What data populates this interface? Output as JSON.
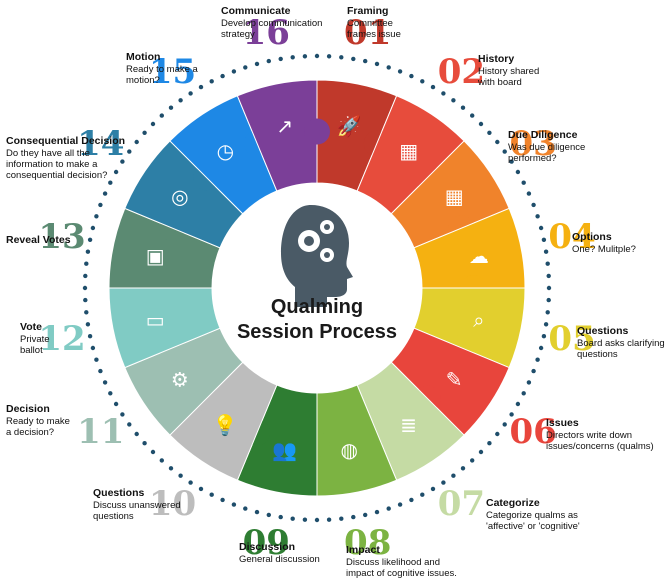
{
  "center": {
    "title_line1": "Qualming",
    "title_line2": "Session Process"
  },
  "steps": [
    {
      "num": "01",
      "title": "Framing",
      "desc": "Committee\nframes issue",
      "color": "#c0392b",
      "icon": "rocket-icon"
    },
    {
      "num": "02",
      "title": "History",
      "desc": "History shared\nwith board",
      "color": "#e74c3c",
      "icon": "calendar-icon"
    },
    {
      "num": "03",
      "title": "Due Diligence",
      "desc": "Was due diligence\nperformed?",
      "color": "#f0832b",
      "icon": "calculator-icon"
    },
    {
      "num": "04",
      "title": "Options",
      "desc": "One? Mulitple?",
      "color": "#f5b111",
      "icon": "brain-icon"
    },
    {
      "num": "05",
      "title": "Questions",
      "desc": "Board asks clarifying\nquestions",
      "color": "#e2cf2e",
      "icon": "magnifier-chart-icon"
    },
    {
      "num": "06",
      "title": "Issues",
      "desc": "Directors write down\nissues/concerns (qualms)",
      "color": "#e8453c",
      "icon": "pen-icon"
    },
    {
      "num": "07",
      "title": "Categorize",
      "desc": "Categorize qualms as\n'affective' or 'cognitive'",
      "color": "#c5dba4",
      "icon": "document-icon"
    },
    {
      "num": "08",
      "title": "Impact",
      "desc": "Discuss likelihood and\nimpact of cognitive issues.",
      "color": "#7cb342",
      "icon": "globe-icon"
    },
    {
      "num": "09",
      "title": "Discussion",
      "desc": "General discussion",
      "color": "#2e7d32",
      "icon": "people-icon"
    },
    {
      "num": "10",
      "title": "Questions",
      "desc": "Discuss unanswered\nquestions",
      "color": "#bdbdbd",
      "icon": "lightbulb-icon"
    },
    {
      "num": "11",
      "title": "Decision",
      "desc": "Ready to make\na decision?",
      "color": "#9dbfb2",
      "icon": "gear-icon"
    },
    {
      "num": "12",
      "title": "Vote",
      "desc": "Private\nballot",
      "color": "#80cbc4",
      "icon": "laptop-icon"
    },
    {
      "num": "13",
      "title": "Reveal Votes",
      "desc": "",
      "color": "#5b8a72",
      "icon": "briefcase-icon"
    },
    {
      "num": "14",
      "title": "Consequential Decision",
      "desc": "Do they have all the\ninformation to make a\nconsequential decision?",
      "color": "#2d7fa6",
      "icon": "target-icon"
    },
    {
      "num": "15",
      "title": "Motion",
      "desc": "Ready to make a\nmotion?",
      "color": "#1e88e5",
      "icon": "clock-icon"
    },
    {
      "num": "16",
      "title": "Communicate",
      "desc": "Develop communication\nstrategy",
      "color": "#7b3f98",
      "icon": "trend-icon"
    }
  ],
  "colors": {
    "dots": "#1f4e6b",
    "center_icon": "#4a5a66",
    "center_text": "#1a1a1a"
  }
}
